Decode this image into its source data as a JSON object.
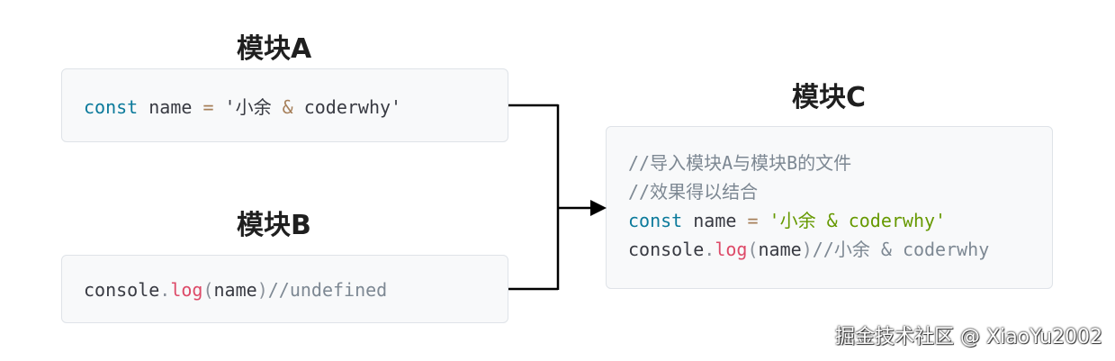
{
  "modules": {
    "a": {
      "title": "模块A",
      "lines": [
        [
          {
            "t": "const",
            "c": "kw"
          },
          {
            "t": " name ",
            "c": "id"
          },
          {
            "t": "=",
            "c": "op"
          },
          {
            "t": " '小余 ",
            "c": "str"
          },
          {
            "t": "&",
            "c": "op"
          },
          {
            "t": " coderwhy'",
            "c": "str"
          }
        ]
      ]
    },
    "b": {
      "title": "模块B",
      "lines": [
        [
          {
            "t": "console",
            "c": "id"
          },
          {
            "t": ".",
            "c": "punct"
          },
          {
            "t": "log",
            "c": "fn"
          },
          {
            "t": "(",
            "c": "punct"
          },
          {
            "t": "name",
            "c": "id"
          },
          {
            "t": ")",
            "c": "punct"
          },
          {
            "t": "//undefined",
            "c": "comment"
          }
        ]
      ]
    },
    "c": {
      "title": "模块C",
      "lines": [
        [
          {
            "t": "//导入模块A与模块B的文件",
            "c": "comment"
          }
        ],
        [
          {
            "t": "//效果得以结合",
            "c": "comment"
          }
        ],
        [
          {
            "t": "const",
            "c": "kw"
          },
          {
            "t": " name ",
            "c": "id"
          },
          {
            "t": "=",
            "c": "op"
          },
          {
            "t": " '小余 & coderwhy'",
            "c": "str-green"
          }
        ],
        [
          {
            "t": "console",
            "c": "id"
          },
          {
            "t": ".",
            "c": "punct"
          },
          {
            "t": "log",
            "c": "fn"
          },
          {
            "t": "(",
            "c": "punct"
          },
          {
            "t": "name",
            "c": "id"
          },
          {
            "t": ")",
            "c": "punct"
          },
          {
            "t": "//小余 & coderwhy",
            "c": "comment"
          }
        ]
      ]
    }
  },
  "watermark": "掘金技术社区 @ XiaoYu2002",
  "colors": {
    "keyword": "#0b7a9b",
    "string_green": "#669900",
    "function": "#dd4a68",
    "operator": "#a67f59",
    "comment": "#7d8893",
    "connector": "#000000"
  }
}
